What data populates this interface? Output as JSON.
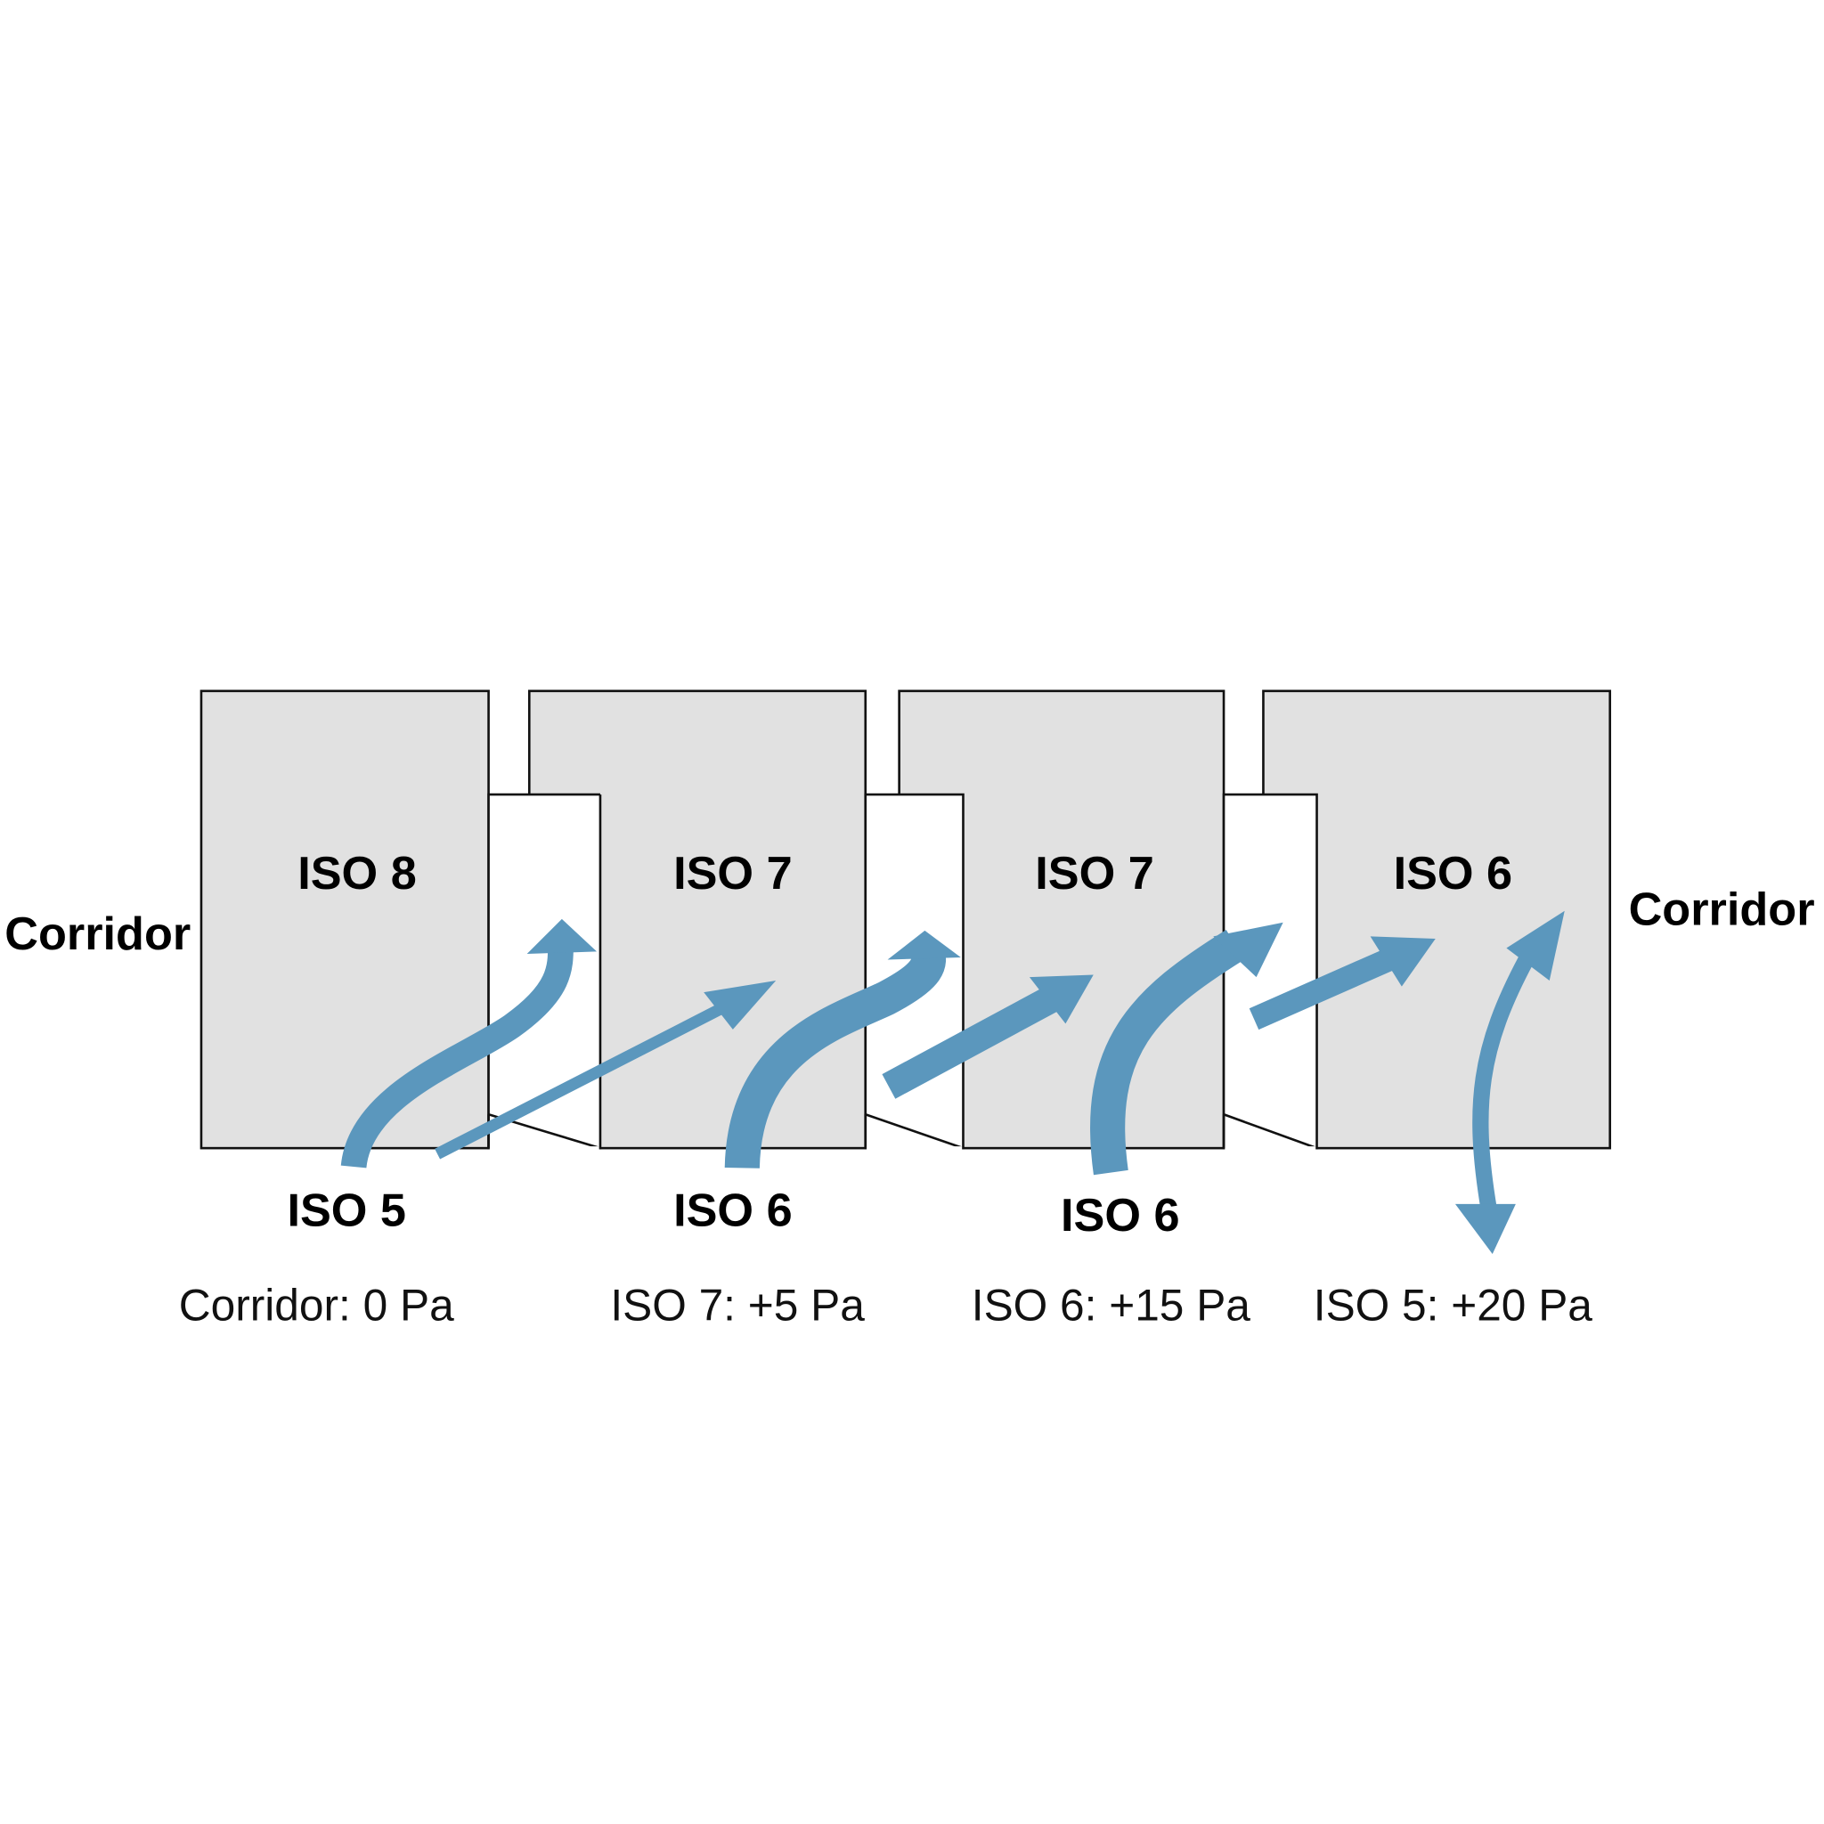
{
  "colors": {
    "arrow": "#5b97bd",
    "room_fill": "#e1e1e1",
    "outline": "#111111"
  },
  "rooms": [
    {
      "label": "ISO 8"
    },
    {
      "label": "ISO 7"
    },
    {
      "label": "ISO 7"
    },
    {
      "label": "ISO 6"
    }
  ],
  "corridor_left": "Corridor",
  "corridor_right": "Corridor",
  "bottom_labels": [
    "ISO 5",
    "ISO 6",
    "ISO 6"
  ],
  "pressures": [
    "Corridor: 0 Pa",
    "ISO 7: +5 Pa",
    "ISO 6: +15 Pa",
    "ISO 5: +20 Pa"
  ]
}
